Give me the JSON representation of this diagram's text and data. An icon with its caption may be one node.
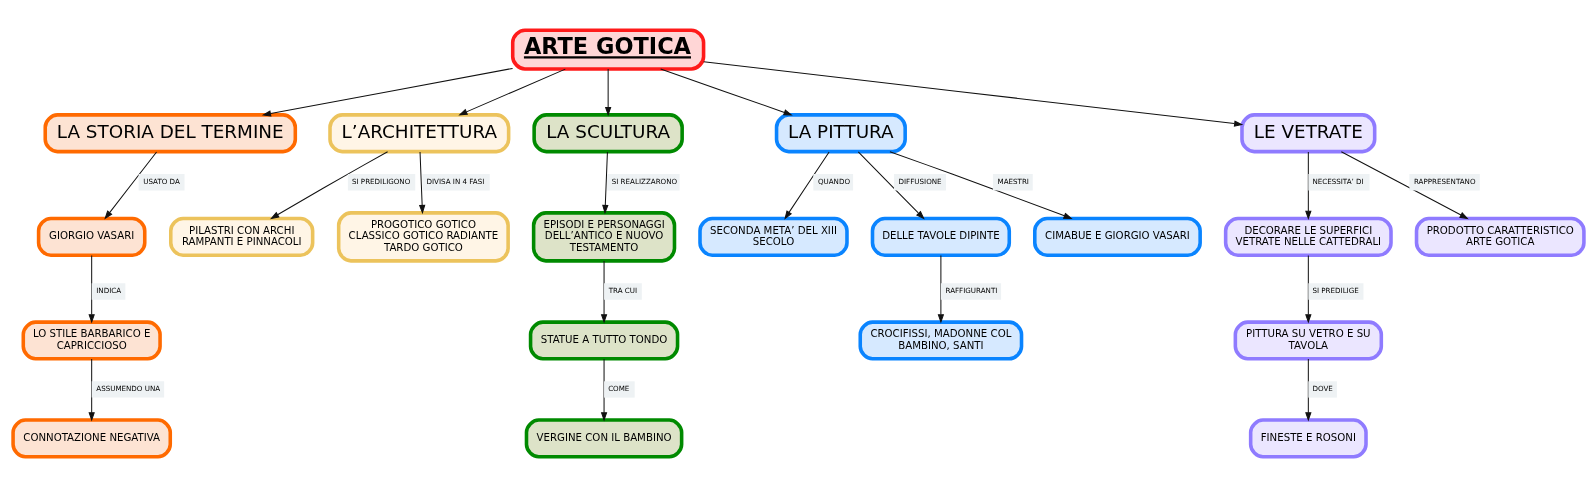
{
  "diagram": {
    "nodes": [
      {
        "text": [
          "ARTE GOTICA"
        ]
      },
      {
        "text": [
          "LA STORIA DEL TERMINE"
        ]
      },
      {
        "text": [
          "GIORGIO VASARI"
        ]
      },
      {
        "text": [
          "LO STILE BARBARICO E CAPRICCIOSO"
        ]
      },
      {
        "text": [
          "CONNOTAZIONE NEGATIVA"
        ]
      },
      {
        "text": [
          "L’ARCHITETTURA"
        ]
      },
      {
        "text": [
          "PILASTRI CON ARCHI RAMPANTI E PINNACOLI"
        ]
      },
      {
        "text": [
          "PROGOTICO GOTICO CLASSICO GOTICO RADIANTE TARDO GOTICO"
        ]
      },
      {
        "text": [
          "LA SCULTURA"
        ]
      },
      {
        "text": [
          "EPISODI E PERSONAGGI DELL’ANTICO E NUOVO TESTAMENTO"
        ]
      },
      {
        "text": [
          "STATUE A TUTTO TONDO"
        ]
      },
      {
        "text": [
          "VERGINE CON IL BAMBINO"
        ]
      },
      {
        "text": [
          "LA PITTURA"
        ]
      },
      {
        "text": [
          "SECONDA META’ DEL XIII SECOLO"
        ]
      },
      {
        "text": [
          "DELLE TAVOLE DIPINTE"
        ]
      },
      {
        "text": [
          "CROCIFISSI, MADONNE COL BAMBINO, SANTI"
        ]
      },
      {
        "text": [
          "CIMABUE E GIORGIO VASARI"
        ]
      },
      {
        "text": [
          "LE VETRATE"
        ]
      },
      {
        "text": [
          "DECORARE LE SUPERFICI VETRATE NELLE CATTEDRALI"
        ]
      },
      {
        "text": [
          "PRODOTTO CARATTERISTICO ARTE GOTICA"
        ]
      },
      {
        "text": [
          "PITTURA SU VETRO E SU TAVOLA"
        ]
      },
      {
        "text": [
          "FINESTE E ROSONI"
        ]
      }
    ],
    "edges": [
      {
        "from": 0,
        "to": 1,
        "arrow": "to"
      },
      {
        "from": 0,
        "to": 5,
        "arrow": "to"
      },
      {
        "from": 0,
        "to": 8,
        "arrow": "to"
      },
      {
        "from": 0,
        "to": 12,
        "arrow": "to"
      },
      {
        "from": 0,
        "to": 17,
        "arrow": "to"
      },
      {
        "from": 1,
        "to": 2,
        "arrow": "to",
        "label": "USATO DA"
      },
      {
        "from": 2,
        "to": 3,
        "arrow": "to",
        "label": "INDICA"
      },
      {
        "from": 3,
        "to": 4,
        "arrow": "to",
        "label": "ASSUMENDO UNA"
      },
      {
        "from": 5,
        "to": 6,
        "arrow": "to",
        "label": "SI PREDILIGONO"
      },
      {
        "from": 5,
        "to": 7,
        "arrow": "to",
        "label": "DIVISA IN 4 FASI"
      },
      {
        "from": 8,
        "to": 9,
        "arrow": "to",
        "label": "SI REALIZZARONO"
      },
      {
        "from": 9,
        "to": 10,
        "arrow": "to",
        "label": "TRA CUI"
      },
      {
        "from": 10,
        "to": 11,
        "arrow": "to",
        "label": "COME"
      },
      {
        "from": 12,
        "to": 13,
        "arrow": "to",
        "label": "QUANDO"
      },
      {
        "from": 12,
        "to": 14,
        "arrow": "to",
        "label": "DIFFUSIONE"
      },
      {
        "from": 14,
        "to": 15,
        "arrow": "to",
        "label": "RAFFIGURANTI"
      },
      {
        "from": 12,
        "to": 16,
        "arrow": "to",
        "label": "MAESTRI"
      },
      {
        "from": 17,
        "to": 18,
        "arrow": "to",
        "label": "NECESSITA’ DI"
      },
      {
        "from": 17,
        "to": 19,
        "arrow": "to",
        "label": "RAPPRESENTANO"
      },
      {
        "from": 18,
        "to": 20,
        "arrow": "to",
        "label": "SI PREDILIGE"
      },
      {
        "from": 20,
        "to": 21,
        "arrow": "to",
        "label": "DOVE"
      }
    ]
  }
}
